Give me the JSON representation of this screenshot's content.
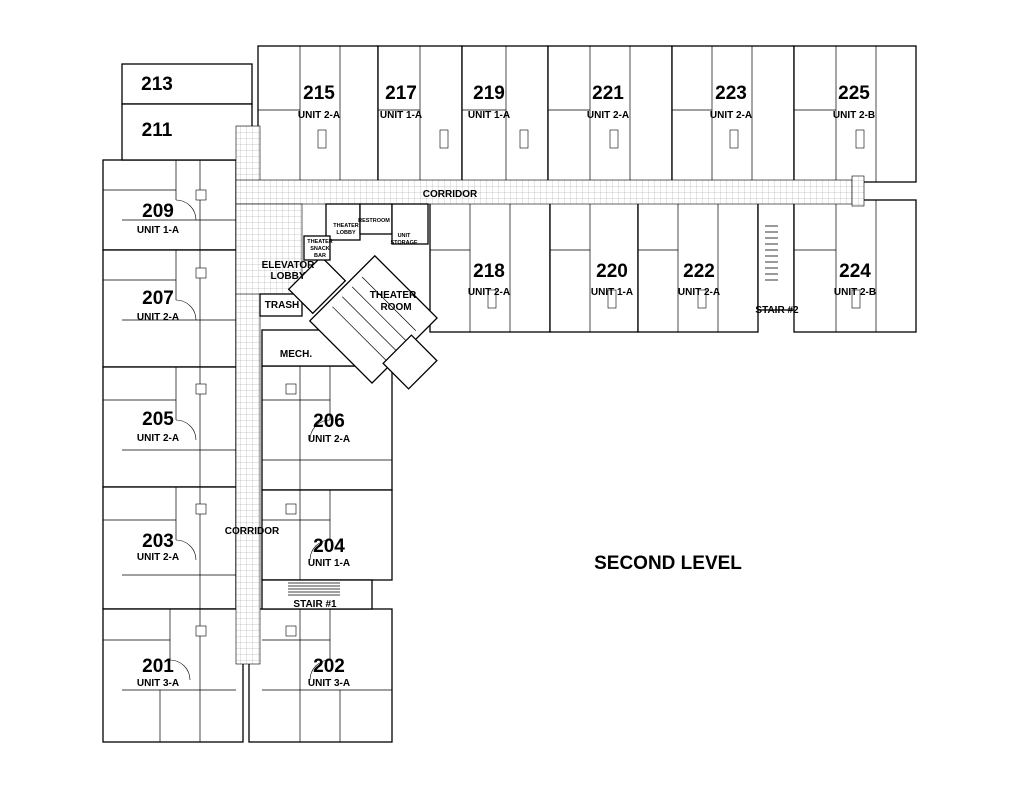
{
  "title": "SECOND LEVEL",
  "units": [
    {
      "number": "213",
      "type": ""
    },
    {
      "number": "211",
      "type": ""
    },
    {
      "number": "209",
      "type": "UNIT 1-A"
    },
    {
      "number": "207",
      "type": "UNIT 2-A"
    },
    {
      "number": "205",
      "type": "UNIT 2-A"
    },
    {
      "number": "203",
      "type": "UNIT 2-A"
    },
    {
      "number": "201",
      "type": "UNIT 3-A"
    },
    {
      "number": "206",
      "type": "UNIT 2-A"
    },
    {
      "number": "204",
      "type": "UNIT 1-A"
    },
    {
      "number": "202",
      "type": "UNIT 3-A"
    },
    {
      "number": "215",
      "type": "UNIT 2-A"
    },
    {
      "number": "217",
      "type": "UNIT 1-A"
    },
    {
      "number": "219",
      "type": "UNIT 1-A"
    },
    {
      "number": "221",
      "type": "UNIT 2-A"
    },
    {
      "number": "223",
      "type": "UNIT 2-A"
    },
    {
      "number": "225",
      "type": "UNIT 2-B"
    },
    {
      "number": "218",
      "type": "UNIT 2-A"
    },
    {
      "number": "220",
      "type": "UNIT 1-A"
    },
    {
      "number": "222",
      "type": "UNIT 2-A"
    },
    {
      "number": "224",
      "type": "UNIT 2-B"
    }
  ],
  "rooms": {
    "corridor_h": "CORRIDOR",
    "corridor_v": "CORRIDOR",
    "elevator_lobby_1": "ELEVATOR",
    "elevator_lobby_2": "LOBBY",
    "trash": "TRASH",
    "mech": "MECH.",
    "theater_room_1": "THEATER",
    "theater_room_2": "ROOM",
    "theater_lobby_1": "THEATER",
    "theater_lobby_2": "LOBBY",
    "restroom": "RESTROOM",
    "unit_storage_1": "UNIT",
    "unit_storage_2": "STORAGE",
    "snack_1": "THEATER",
    "snack_2": "SNACK",
    "snack_3": "BAR",
    "stair_1": "STAIR #1",
    "stair_2": "STAIR #2"
  }
}
